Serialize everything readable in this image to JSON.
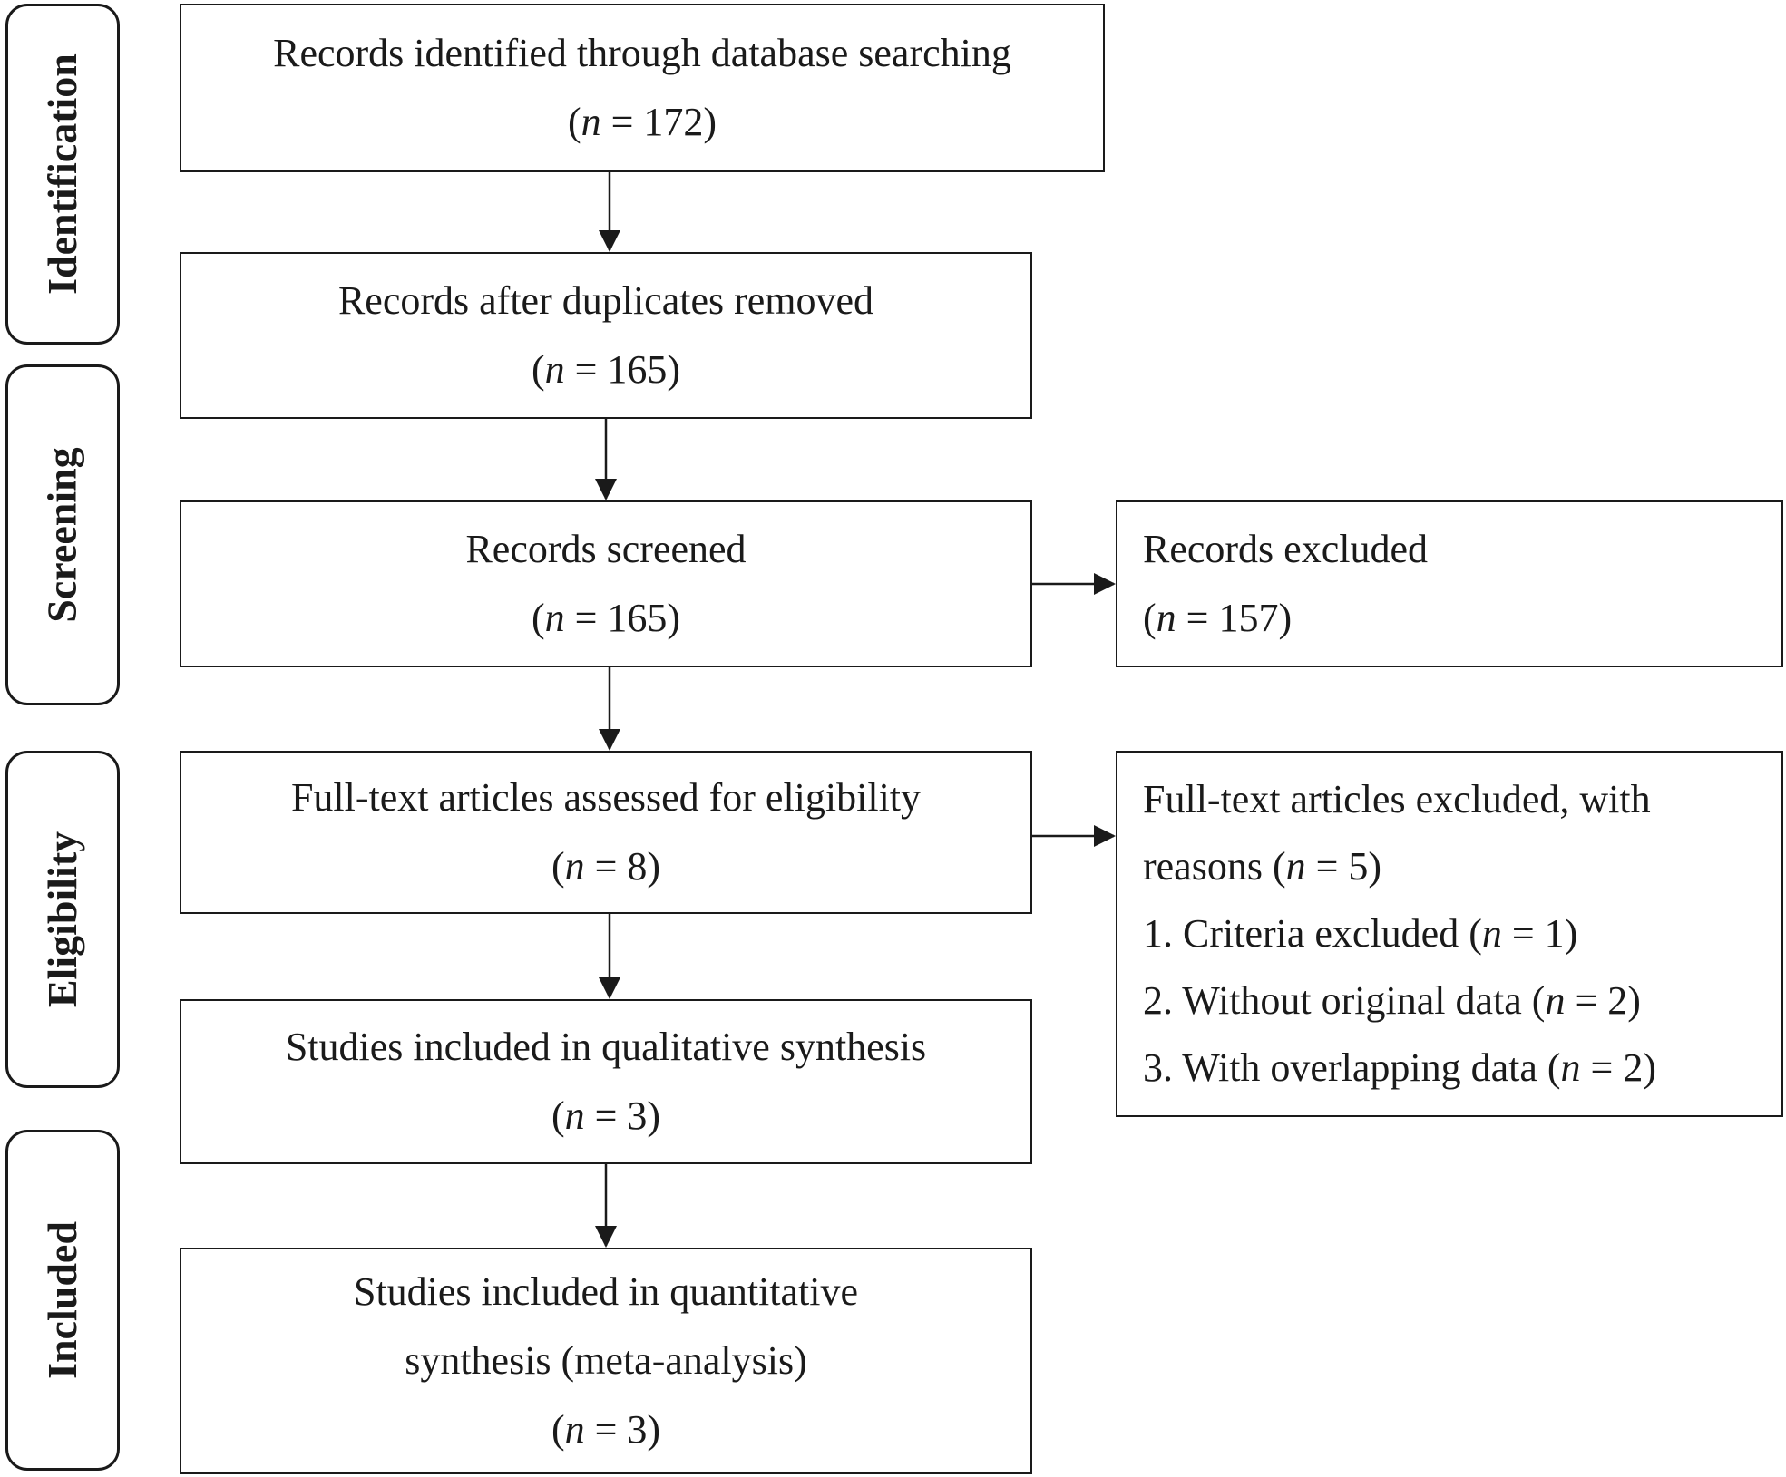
{
  "phases": {
    "identification": "Identification",
    "screening": "Screening",
    "eligibility": "Eligibility",
    "included": "Included"
  },
  "boxes": {
    "identified": {
      "line1": "Records identified through database searching",
      "count": {
        "pre": "(",
        "var": "n",
        "post": " = 172)"
      }
    },
    "after_duplicates": {
      "line1": "Records after duplicates removed",
      "count": {
        "pre": "(",
        "var": "n",
        "post": " = 165)"
      }
    },
    "screened": {
      "line1": "Records screened",
      "count": {
        "pre": "(",
        "var": "n",
        "post": " = 165)"
      }
    },
    "excluded": {
      "line1": "Records excluded",
      "count": {
        "pre": "(",
        "var": "n",
        "post": " = 157)"
      }
    },
    "full_text": {
      "line1": "Full-text articles assessed for eligibility",
      "count": {
        "pre": "(",
        "var": "n",
        "post": " = 8)"
      }
    },
    "full_text_excluded": {
      "line1": "Full-text articles excluded, with",
      "line2": {
        "pre": "reasons (",
        "var": "n",
        "post": " = 5)"
      },
      "reasons": [
        {
          "pre": "1. Criteria excluded (",
          "var": "n",
          "post": " = 1)"
        },
        {
          "pre": "2. Without original data (",
          "var": "n",
          "post": " = 2)"
        },
        {
          "pre": "3. With overlapping data (",
          "var": "n",
          "post": " = 2)"
        }
      ]
    },
    "qualitative": {
      "line1": "Studies included in qualitative synthesis",
      "count": {
        "pre": "(",
        "var": "n",
        "post": " = 3)"
      }
    },
    "quantitative": {
      "line1": "Studies included in quantitative",
      "line2": "synthesis (meta-analysis)",
      "count": {
        "pre": "(",
        "var": "n",
        "post": " = 3)"
      }
    }
  }
}
